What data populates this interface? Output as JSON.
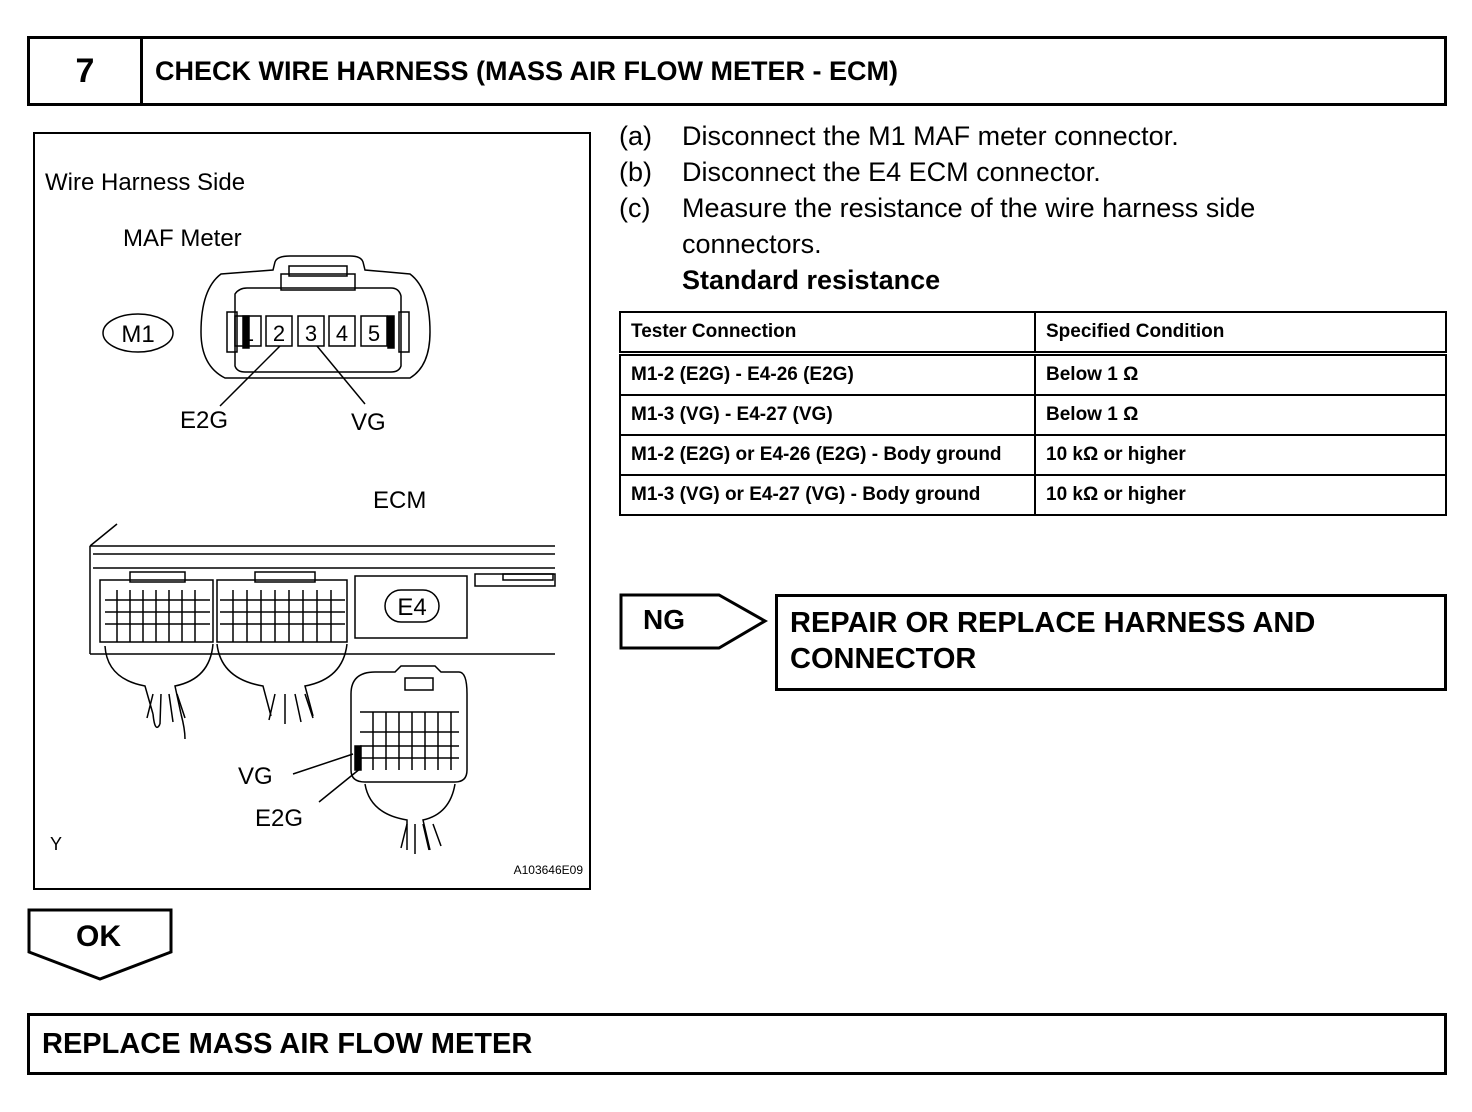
{
  "header": {
    "step_number": "7",
    "title": "CHECK WIRE HARNESS (MASS AIR FLOW METER - ECM)"
  },
  "figure": {
    "caption_side": "Wire Harness Side",
    "maf_label": "MAF Meter",
    "maf_connector": "M1",
    "maf_pins": [
      "1",
      "2",
      "3",
      "4",
      "5"
    ],
    "maf_e2g": "E2G",
    "maf_vg": "VG",
    "ecm_label": "ECM",
    "ecm_connector": "E4",
    "ecm_vg": "VG",
    "ecm_e2g": "E2G",
    "corner_mark": "Y",
    "figure_id": "A103646E09"
  },
  "instructions": [
    {
      "letter": "(a)",
      "text": "Disconnect the M1 MAF meter connector."
    },
    {
      "letter": "(b)",
      "text": "Disconnect the E4 ECM connector."
    },
    {
      "letter": "(c)",
      "text": "Measure the resistance of the wire harness side connectors."
    }
  ],
  "standard_label": "Standard resistance",
  "table": {
    "headers": [
      "Tester Connection",
      "Specified Condition"
    ],
    "rows": [
      [
        "M1-2 (E2G) - E4-26 (E2G)",
        "Below 1 Ω"
      ],
      [
        "M1-3 (VG) - E4-27 (VG)",
        "Below 1 Ω"
      ],
      [
        "M1-2 (E2G) or E4-26 (E2G) - Body ground",
        "10 kΩ or higher"
      ],
      [
        "M1-3 (VG) or E4-27 (VG) - Body ground",
        "10 kΩ or higher"
      ]
    ]
  },
  "ng": {
    "label": "NG",
    "action": "REPAIR OR REPLACE HARNESS AND CONNECTOR"
  },
  "ok": {
    "label": "OK"
  },
  "final_action": "REPLACE MASS AIR FLOW METER"
}
